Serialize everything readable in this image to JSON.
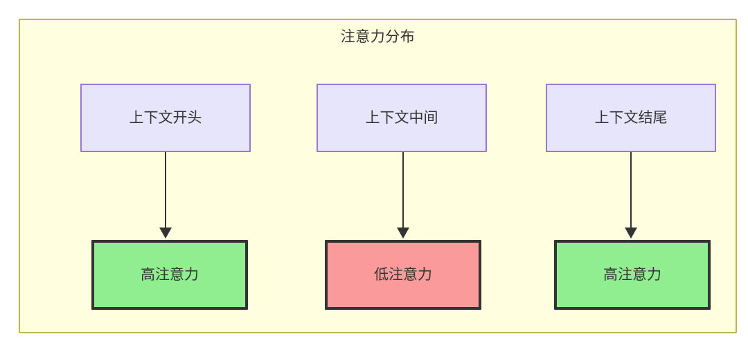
{
  "diagram": {
    "title": "注意力分布",
    "background_color": "#ffffe0",
    "border_color": "#bdb544",
    "context_nodes": [
      {
        "id": "ctx-start",
        "label": "上下文开头",
        "fill": "#e7e5fb",
        "stroke": "#9877d9"
      },
      {
        "id": "ctx-middle",
        "label": "上下文中间",
        "fill": "#e7e5fb",
        "stroke": "#9877d9"
      },
      {
        "id": "ctx-end",
        "label": "上下文结尾",
        "fill": "#e7e5fb",
        "stroke": "#9877d9"
      }
    ],
    "attention_nodes": [
      {
        "id": "attn-high-start",
        "label": "高注意力",
        "fill": "#90ee90",
        "stroke": "#333333"
      },
      {
        "id": "attn-low-middle",
        "label": "低注意力",
        "fill": "#fa9a9a",
        "stroke": "#333333"
      },
      {
        "id": "attn-high-end",
        "label": "高注意力",
        "fill": "#90ee90",
        "stroke": "#333333"
      }
    ],
    "edges": [
      {
        "from": "ctx-start",
        "to": "attn-high-start",
        "arrow": "down-arrow-icon"
      },
      {
        "from": "ctx-middle",
        "to": "attn-low-middle",
        "arrow": "down-arrow-icon"
      },
      {
        "from": "ctx-end",
        "to": "attn-high-end",
        "arrow": "down-arrow-icon"
      }
    ]
  }
}
